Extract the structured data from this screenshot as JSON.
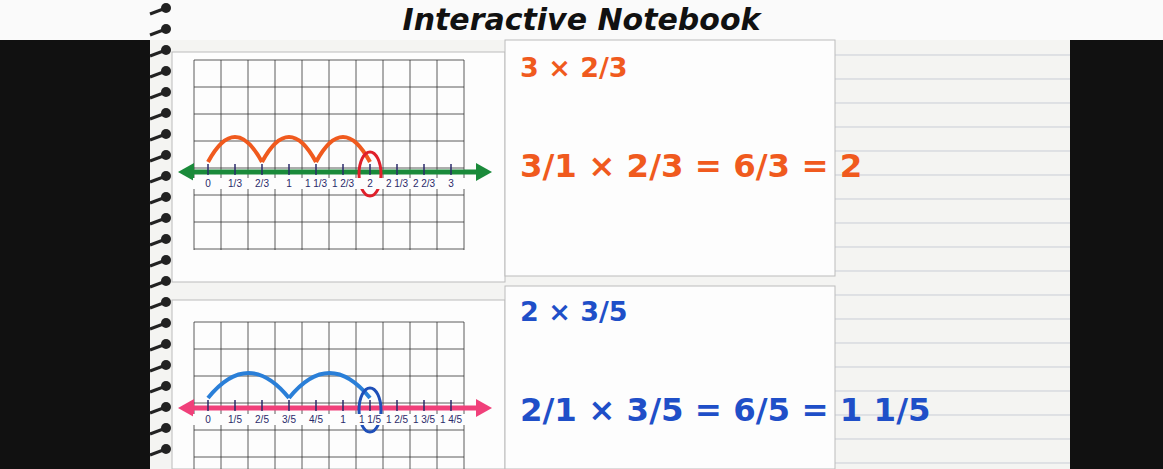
{
  "diagram": {
    "title": "Interactive Notebook",
    "nodes": [
      {
        "text": [
          "3 × 2/3",
          "3/1 × 2/3 = 6/3 = 2"
        ]
      },
      {
        "text": [
          "2 × 3/5",
          "2/1 × 3/5 = 6/5 = 1 1/5"
        ]
      }
    ],
    "labels": [
      "0",
      "1/3",
      "2/3",
      "1",
      "1 1/3",
      "1 2/3",
      "2",
      "2 1/3",
      "2 2/3",
      "3",
      "0",
      "1/5",
      "2/5",
      "3/5",
      "4/5",
      "1",
      "1 1/5",
      "1 2/5",
      "1 3/5",
      "1 4/5"
    ]
  }
}
